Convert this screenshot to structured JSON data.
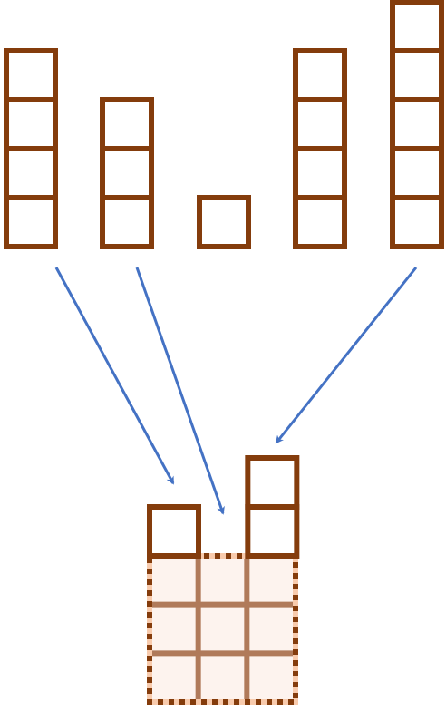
{
  "colors": {
    "stack_stroke": "#843C0C",
    "grid_fill": "#FDF3EE",
    "grid_inner_line": "#B07A5A",
    "grid_dash_light": "#F8CBAD",
    "grid_dash_dark": "#843C0C",
    "arrow": "#4472C4",
    "background": "#FFFFFF"
  },
  "top_stacks": [
    {
      "name": "stack-1",
      "blocks": 4
    },
    {
      "name": "stack-2",
      "blocks": 3
    },
    {
      "name": "stack-3",
      "blocks": 1
    },
    {
      "name": "stack-4",
      "blocks": 4
    },
    {
      "name": "stack-5",
      "blocks": 5
    }
  ],
  "result": {
    "left_column_blocks": 1,
    "right_column_blocks": 2,
    "grid_rows": 3,
    "grid_cols": 3
  },
  "arrows": [
    {
      "name": "arrow-from-stack-1",
      "from_stack": 1
    },
    {
      "name": "arrow-from-stack-2",
      "from_stack": 2
    },
    {
      "name": "arrow-from-stack-5",
      "from_stack": 5
    }
  ]
}
